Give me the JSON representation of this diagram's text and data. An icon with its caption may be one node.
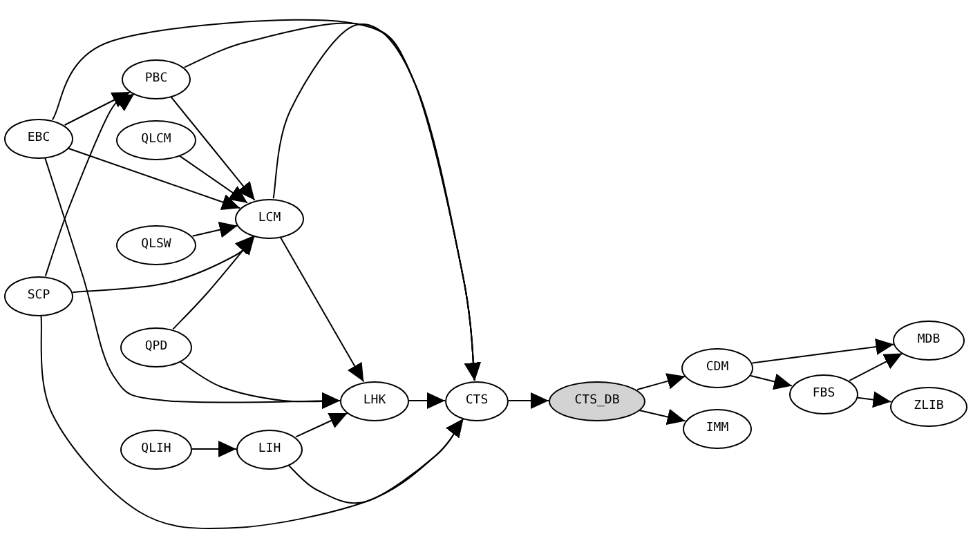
{
  "diagram": {
    "nodes": [
      {
        "text": [
          "EBC"
        ]
      },
      {
        "text": [
          "PBC"
        ]
      },
      {
        "text": [
          "QLCM"
        ]
      },
      {
        "text": [
          "LCM"
        ]
      },
      {
        "text": [
          "QLSW"
        ]
      },
      {
        "text": [
          "SCP"
        ]
      },
      {
        "text": [
          "QPD"
        ]
      },
      {
        "text": [
          "LHK"
        ]
      },
      {
        "text": [
          "CTS"
        ]
      },
      {
        "text": [
          "CTS_DB"
        ]
      },
      {
        "text": [
          "CDM"
        ]
      },
      {
        "text": [
          "IMM"
        ]
      },
      {
        "text": [
          "FBS"
        ]
      },
      {
        "text": [
          "MDB"
        ]
      },
      {
        "text": [
          "ZLIB"
        ]
      },
      {
        "text": [
          "QLIH"
        ]
      },
      {
        "text": [
          "LIH"
        ]
      }
    ],
    "edges": [
      {
        "from": 0,
        "to": 1,
        "arrow": "to"
      },
      {
        "from": 0,
        "to": 3,
        "arrow": "to"
      },
      {
        "from": 0,
        "to": 7,
        "arrow": "to"
      },
      {
        "from": 0,
        "to": 8,
        "arrow": "to"
      },
      {
        "from": 1,
        "to": 3,
        "arrow": "to"
      },
      {
        "from": 1,
        "to": 8,
        "arrow": "to"
      },
      {
        "from": 2,
        "to": 3,
        "arrow": "to"
      },
      {
        "from": 4,
        "to": 3,
        "arrow": "to"
      },
      {
        "from": 5,
        "to": 1,
        "arrow": "to"
      },
      {
        "from": 5,
        "to": 3,
        "arrow": "to"
      },
      {
        "from": 5,
        "to": 8,
        "arrow": "to"
      },
      {
        "from": 6,
        "to": 3,
        "arrow": "to"
      },
      {
        "from": 6,
        "to": 7,
        "arrow": "to"
      },
      {
        "from": 3,
        "to": 7,
        "arrow": "to"
      },
      {
        "from": 3,
        "to": 8,
        "arrow": "to"
      },
      {
        "from": 15,
        "to": 16,
        "arrow": "to"
      },
      {
        "from": 16,
        "to": 7,
        "arrow": "to"
      },
      {
        "from": 16,
        "to": 8,
        "arrow": "to"
      },
      {
        "from": 7,
        "to": 8,
        "arrow": "to"
      },
      {
        "from": 8,
        "to": 9,
        "arrow": "to"
      },
      {
        "from": 9,
        "to": 10,
        "arrow": "to"
      },
      {
        "from": 9,
        "to": 11,
        "arrow": "to"
      },
      {
        "from": 10,
        "to": 13,
        "arrow": "to"
      },
      {
        "from": 10,
        "to": 12,
        "arrow": "to"
      },
      {
        "from": 12,
        "to": 13,
        "arrow": "to"
      },
      {
        "from": 12,
        "to": 14,
        "arrow": "to"
      }
    ]
  }
}
